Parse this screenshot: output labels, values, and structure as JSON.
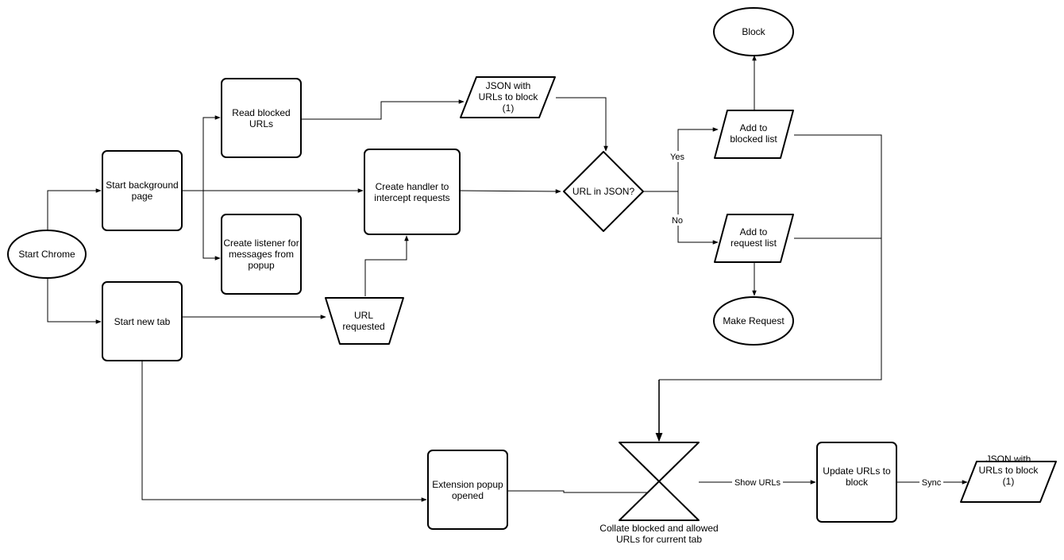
{
  "nodes": {
    "start_chrome": "Start Chrome",
    "start_background_page": [
      "Start background",
      "page"
    ],
    "start_new_tab": "Start new tab",
    "read_blocked_urls": [
      "Read blocked",
      "URLs"
    ],
    "create_listener": [
      "Create listener for",
      "messages from",
      "popup"
    ],
    "url_requested": [
      "URL",
      "requested"
    ],
    "create_handler": [
      "Create handler to",
      "intercept requests"
    ],
    "json_urls_top": [
      "JSON with",
      "URLs to block",
      "(1)"
    ],
    "url_in_json": "URL in JSON?",
    "block": "Block",
    "add_blocked_list": [
      "Add to",
      "blocked list"
    ],
    "add_request_list": [
      "Add to",
      "request list"
    ],
    "make_request": "Make Request",
    "extension_popup": [
      "Extension popup",
      "opened"
    ],
    "collate": [
      "Collate blocked and allowed",
      "URLs for current tab"
    ],
    "update_urls": [
      "Update URLs to",
      "block"
    ],
    "json_urls_bottom": [
      "JSON with",
      "URLs to block",
      "(1)"
    ]
  },
  "edges": {
    "yes": "Yes",
    "no": "No",
    "show_urls": "Show URLs",
    "sync": "Sync"
  }
}
